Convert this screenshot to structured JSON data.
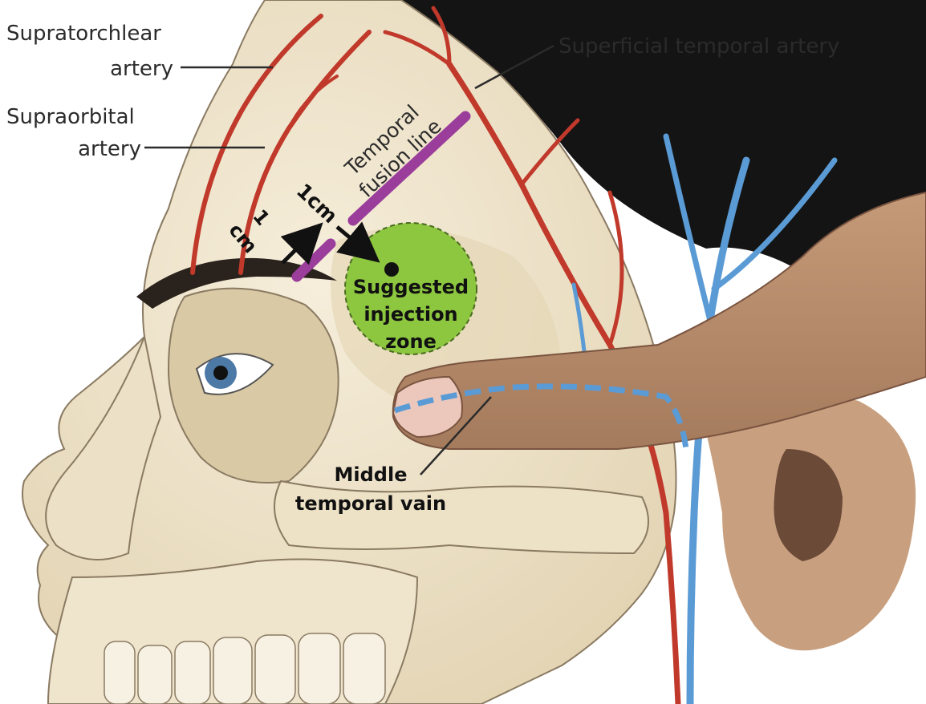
{
  "labels": {
    "supratrochlear_line1": "Supratorchlear",
    "supratrochlear_line2": "artery",
    "supraorbital_line1": "Supraorbital",
    "supraorbital_line2": "artery",
    "superficial_temporal": "Superficial temporal artery",
    "temporal_fusion_line1": "Temporal",
    "temporal_fusion_line2": "fusion line",
    "distance_1cm_a": "1cm",
    "distance_1cm_b_line1": "1",
    "distance_1cm_b_line2": "cm",
    "injection_zone_line1": "Suggested",
    "injection_zone_line2": "injection",
    "injection_zone_line3": "zone",
    "middle_temporal_line1": "Middle",
    "middle_temporal_line2": "temporal vain"
  },
  "colors": {
    "artery": "#c0392b",
    "vein": "#5b9bd5",
    "fusion_line": "#9b3d9b",
    "injection_zone": "#8dc63f",
    "skin": "#efe4cc",
    "hair": "#141414"
  }
}
